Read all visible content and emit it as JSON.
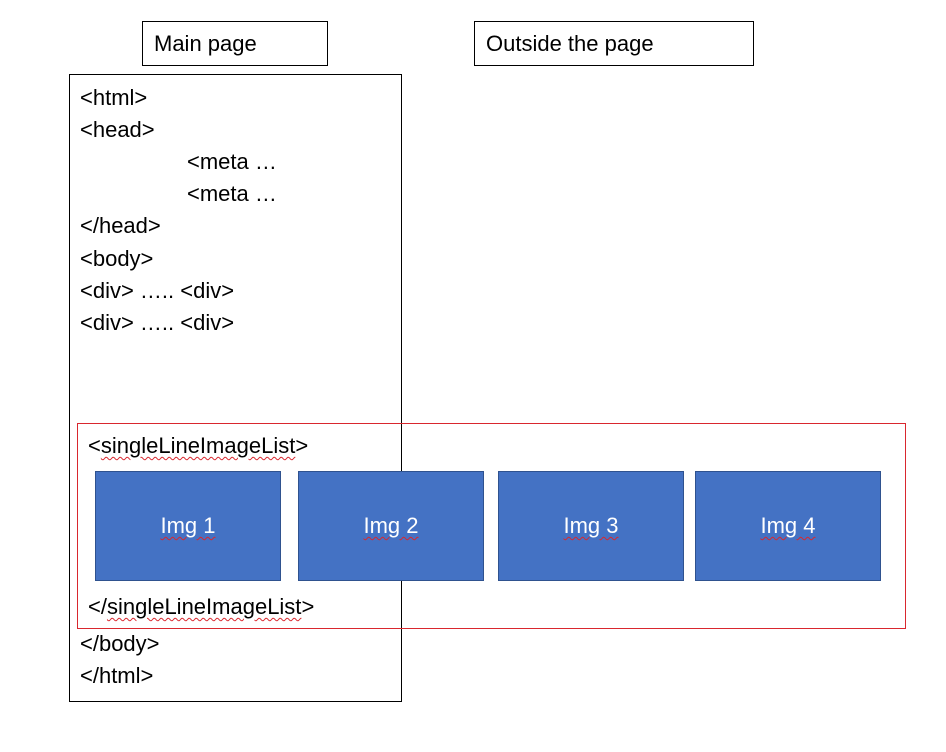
{
  "labels": {
    "main_page": "Main page",
    "outside_page": "Outside the page"
  },
  "code": {
    "html_open": "<html>",
    "head_open": "<head>",
    "meta_1": "<meta …",
    "meta_2": "<meta …",
    "head_close": "</head>",
    "body_open": "<body>",
    "div_line_1": "<div> ….. <div>",
    "div_line_2": "<div> ….. <div>",
    "body_close": "</body>",
    "html_close": "</html>"
  },
  "image_list": {
    "open_tag_prefix": "<",
    "tag_name": "singleLineImageList",
    "open_tag_suffix": ">",
    "close_tag_prefix": "</",
    "close_tag_suffix": ">",
    "images": [
      {
        "label": "Img 1"
      },
      {
        "label": "Img 2"
      },
      {
        "label": "Img 3"
      },
      {
        "label": "Img 4"
      }
    ]
  },
  "colors": {
    "image_fill": "#4472c4",
    "image_border": "#2f528f",
    "list_border": "#d9272e",
    "spellcheck_underline": "#d9272e"
  }
}
